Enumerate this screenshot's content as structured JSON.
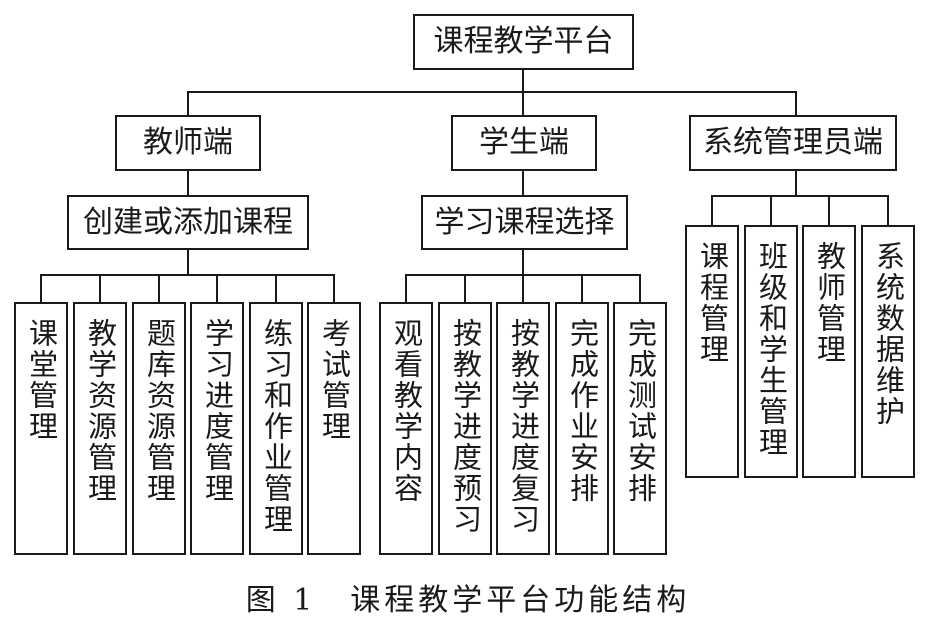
{
  "root": "课程教学平台",
  "branches": [
    {
      "label": "教师端",
      "sub": "创建或添加课程",
      "leaves": [
        "课堂管理",
        "教学资源管理",
        "题库资源管理",
        "学习进度管理",
        "练习和作业管理",
        "考试管理"
      ]
    },
    {
      "label": "学生端",
      "sub": "学习课程选择",
      "leaves": [
        "观看教学内容",
        "按教学进度预习",
        "按教学进度复习",
        "完成作业安排",
        "完成测试安排"
      ]
    },
    {
      "label": "系统管理员端",
      "leaves": [
        "课程管理",
        "班级和学生管理",
        "教师管理",
        "系统数据维护"
      ]
    }
  ],
  "caption": "图 1　课程教学平台功能结构",
  "colors": {
    "line": "#1a1a1a",
    "background": "#ffffff"
  }
}
